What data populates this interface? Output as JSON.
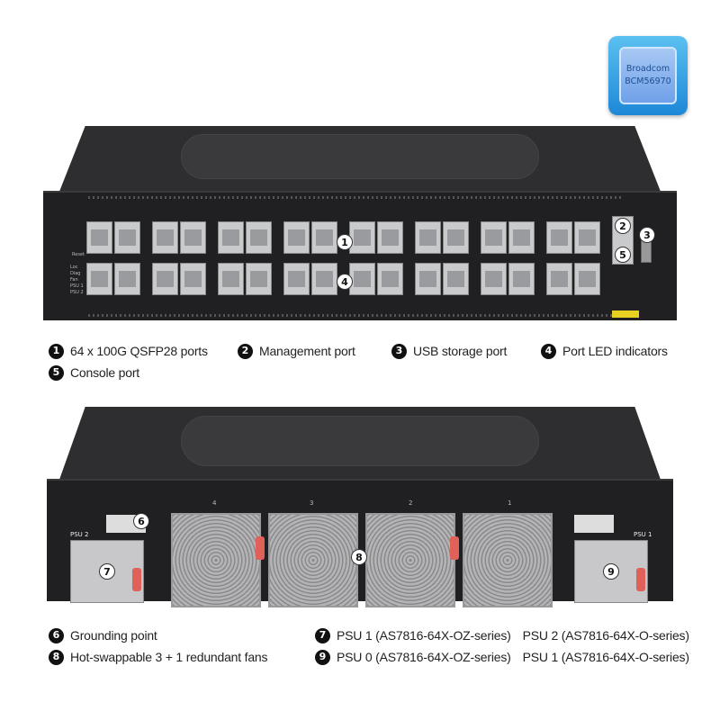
{
  "chip": {
    "line1": "Broadcom",
    "line2": "BCM56970",
    "color": "#2a8ee0"
  },
  "front": {
    "reset_label": "Reset",
    "led_labels": [
      "Loc",
      "Diag",
      "Fan",
      "PSU 1",
      "PSU 2"
    ],
    "callouts": [
      "1",
      "2",
      "3",
      "4",
      "5"
    ]
  },
  "front_legend": [
    {
      "num": "1",
      "text": "64 x 100G QSFP28 ports"
    },
    {
      "num": "2",
      "text": "Management port"
    },
    {
      "num": "3",
      "text": "USB storage port"
    },
    {
      "num": "4",
      "text": "Port LED indicators"
    },
    {
      "num": "5",
      "text": "Console port"
    }
  ],
  "rear": {
    "psu_left": "PSU 2",
    "psu_right": "PSU 1",
    "fan_numbers": [
      "4",
      "3",
      "2",
      "1"
    ],
    "callouts": [
      "6",
      "7",
      "8",
      "9"
    ]
  },
  "rear_legend": [
    {
      "num": "6",
      "text": "Grounding point"
    },
    {
      "num": "7",
      "text": "PSU 1 (AS7816-64X-OZ-series)",
      "extra": "PSU 2 (AS7816-64X-O-series)"
    },
    {
      "num": "8",
      "text": "Hot-swappable 3 + 1 redundant fans"
    },
    {
      "num": "9",
      "text": "PSU 0 (AS7816-64X-OZ-series)",
      "extra": "PSU 1 (AS7816-64X-O-series)"
    }
  ]
}
